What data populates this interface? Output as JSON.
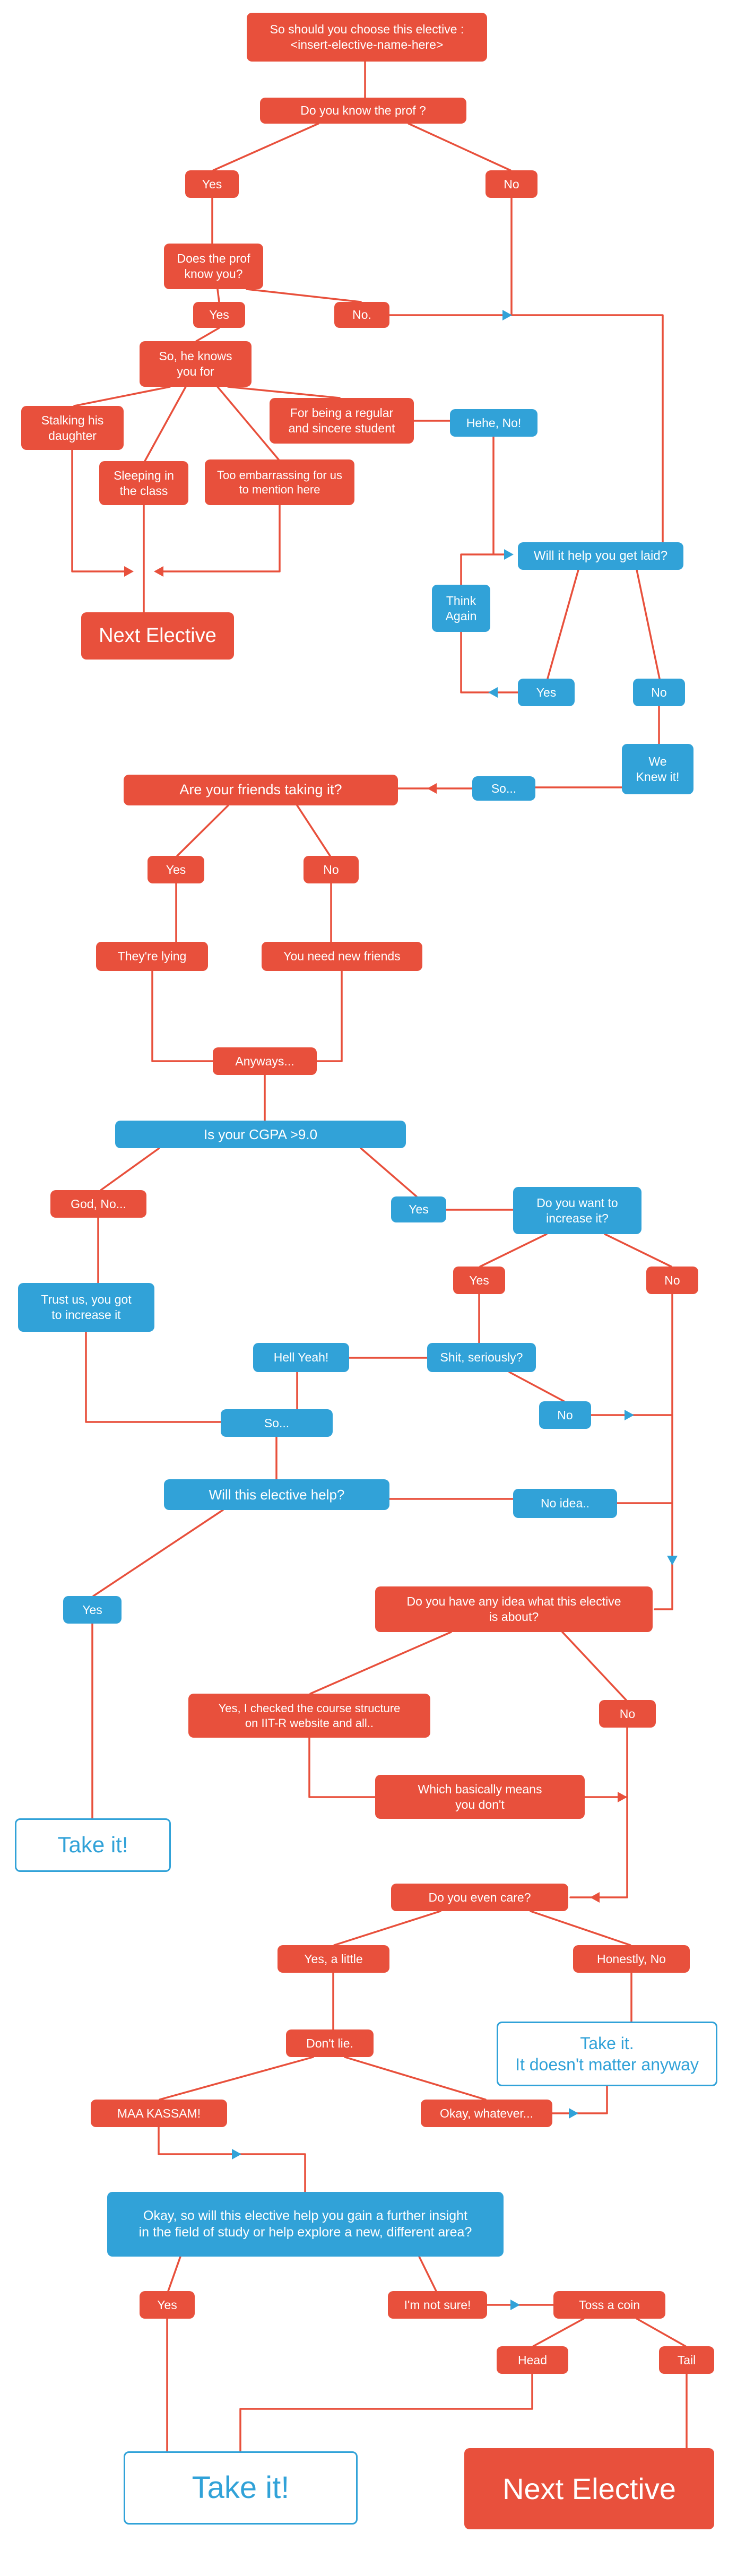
{
  "colors": {
    "red": "#e8503c",
    "blue": "#31a2d8",
    "white": "#ffffff"
  },
  "nodes": {
    "title": "So should you choose this elective :\n<insert-elective-name-here>",
    "know_prof": "Do you know the prof ?",
    "yes1": "Yes",
    "no1": "No",
    "prof_know_you": "Does the prof\nknow you?",
    "yes2": "Yes",
    "no2": "No.",
    "knows_you_for": "So, he knows\nyou for",
    "stalking": "Stalking his\ndaughter",
    "regular": "For being a regular\nand sincere student",
    "hehe_no": "Hehe, No!",
    "sleeping": "Sleeping in\nthe class",
    "embarrassing": "Too embarrassing for us\nto mention here",
    "get_laid": "Will it help you get laid?",
    "think_again": "Think\nAgain",
    "next_elective_1": "Next Elective",
    "yes3": "Yes",
    "no3": "No",
    "we_knew_it": "We\nKnew it!",
    "so1": "So...",
    "friends": "Are your friends taking it?",
    "yes4": "Yes",
    "no4": "No",
    "lying": "They're lying",
    "new_friends": "You need new friends",
    "anyways": "Anyways...",
    "cgpa": "Is your CGPA >9.0",
    "god_no": "God, No...",
    "yes5": "Yes",
    "increase": "Do you want to\nincrease it?",
    "trust_us": "Trust us, you got\nto increase it",
    "yes6": "Yes",
    "no6": "No",
    "hell_yeah": "Hell Yeah!",
    "shit_seriously": "Shit, seriously?",
    "no7": "No",
    "so2": "So...",
    "will_help": "Will this elective help?",
    "no_idea": "No idea..",
    "yes7": "Yes",
    "any_idea": "Do you have any idea what this elective\nis about?",
    "checked": "Yes, I checked the course structure\non IIT-R website and all..",
    "no8": "No",
    "basically": "Which basically means\nyou don't",
    "take_it_1": "Take it!",
    "care": "Do you even care?",
    "yes_little": "Yes, a little",
    "honestly_no": "Honestly, No",
    "dont_lie": "Don't lie.",
    "take_it_2": "Take it.\nIt doesn't matter anyway",
    "kassam": "MAA KASSAM!",
    "whatever": "Okay, whatever...",
    "insight": "Okay, so will this elective help you gain a further insight\nin the field of study or help explore a new, different area?",
    "yes8": "Yes",
    "not_sure": "I'm not sure!",
    "toss": "Toss a coin",
    "head": "Head",
    "tail": "Tail",
    "take_it_final": "Take it!",
    "next_elective_final": "Next Elective"
  }
}
